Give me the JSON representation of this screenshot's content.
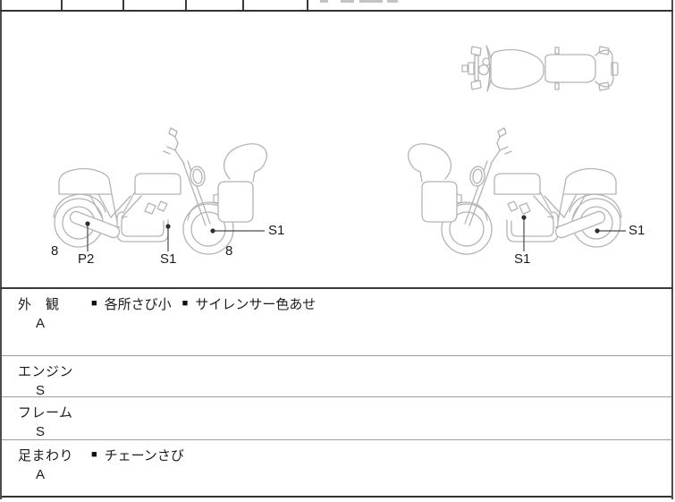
{
  "sheet": {
    "note_marker": "■",
    "diagram": {
      "labels": {
        "left_rear_wheel": "8",
        "left_muffler": "P2",
        "left_engine": "S1",
        "left_front_area": "8",
        "left_front_wheel": "S1",
        "right_engine": "S1",
        "right_rear_wheel": "S1"
      }
    },
    "inspection_rows": [
      {
        "label": "外　観",
        "grade": "A",
        "notes": [
          "各所さび小",
          "サイレンサー色あせ"
        ]
      },
      {
        "label": "エンジン",
        "grade": "S",
        "notes": []
      },
      {
        "label": "フレーム",
        "grade": "S",
        "notes": []
      },
      {
        "label": "足まわり",
        "grade": "A",
        "notes": [
          "チェーンさび"
        ]
      }
    ],
    "colors": {
      "line_art": "#b4b4b4",
      "text": "#1c1c1c",
      "marker_dot": "#2e2e2e",
      "border_heavy": "#3a3a3a",
      "border_light": "#9e9e9e"
    }
  }
}
